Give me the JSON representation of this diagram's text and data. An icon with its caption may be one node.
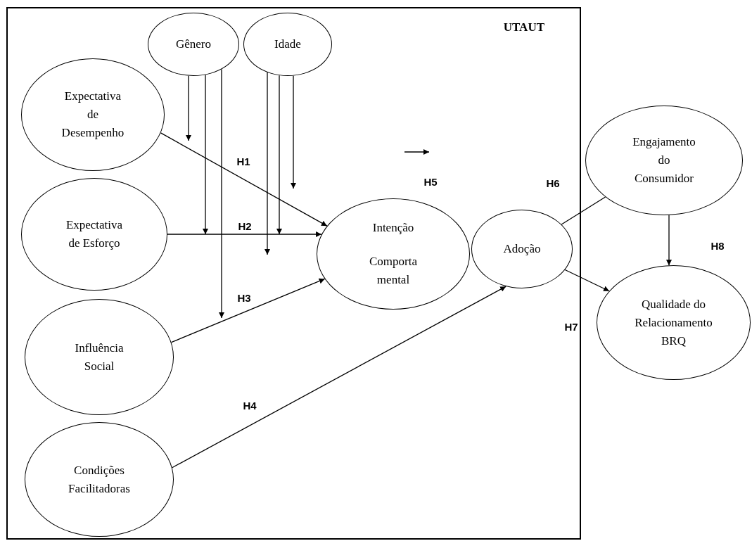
{
  "diagram": {
    "nodes": [
      {
        "text": [
          "UTAUT"
        ]
      },
      {
        "text": [
          "Gênero"
        ],
        "in": 0
      },
      {
        "text": [
          "Idade"
        ],
        "in": 0
      },
      {
        "text": [
          "Expectativa de Desempenho"
        ],
        "in": 0
      },
      {
        "text": [
          "Expectativa de Esforço"
        ],
        "in": 0
      },
      {
        "text": [
          "Influência Social"
        ],
        "in": 0
      },
      {
        "text": [
          "Condições Facilitadoras"
        ],
        "in": 0
      },
      {
        "text": [
          "Intenção",
          "Comporta mental"
        ],
        "in": 0
      },
      {
        "text": [
          "Adoção"
        ],
        "in": 0
      },
      {
        "text": [
          "Engajamento do Consumidor"
        ]
      },
      {
        "text": [
          "Qualidade do Relacionamento BRQ"
        ]
      }
    ],
    "edges": [
      {
        "from": 3,
        "to": 7,
        "arrow": "to",
        "label": "H1"
      },
      {
        "from": 4,
        "to": 7,
        "arrow": "to",
        "label": "H2"
      },
      {
        "from": 5,
        "to": 7,
        "arrow": "to",
        "label": "H3"
      },
      {
        "from": 6,
        "to": 8,
        "arrow": "to",
        "label": "H4"
      },
      {
        "from": 8,
        "to": 9,
        "arrow": "none",
        "label": "H6"
      },
      {
        "from": 8,
        "to": 10,
        "arrow": "to",
        "label": "H7"
      },
      {
        "from": 9,
        "to": 10,
        "arrow": "to",
        "label": "H8"
      },
      {
        "from": 1,
        "to": null,
        "arrow": "to"
      },
      {
        "from": 1,
        "to": null,
        "arrow": "to"
      },
      {
        "from": 1,
        "to": null,
        "arrow": "to"
      },
      {
        "from": 2,
        "to": null,
        "arrow": "to"
      },
      {
        "from": 2,
        "to": null,
        "arrow": "to"
      },
      {
        "from": 2,
        "to": null,
        "arrow": "to"
      }
    ],
    "labels": [
      "H5"
    ]
  }
}
